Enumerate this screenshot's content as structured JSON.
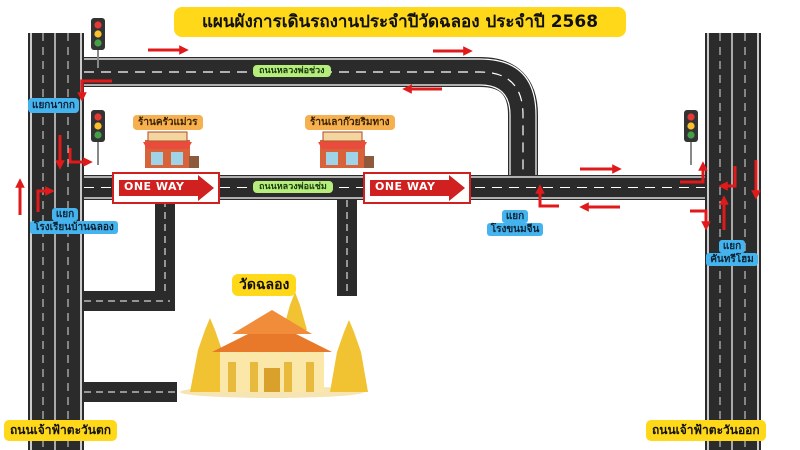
{
  "title": "แผนผังการเดินรถงานประจำปีวัดฉลอง ประจำปี 2568",
  "roads": {
    "north_road": "ถนนหลวงพ่อช่วง",
    "south_road": "ถนนหลวงพ่อแช่ม",
    "west_highway": "ถนนเจ้าฟ้าตะวันตก",
    "east_highway": "ถนนเจ้าฟ้าตะวันออก"
  },
  "intersections": {
    "nakok": "แยกนากก",
    "school_line1": "แยก",
    "school_line2": "โรงเรียนบ้านฉลอง",
    "khanom_line1": "แยก",
    "khanom_line2": "โรงขนมจีน",
    "khunthri_line1": "แยก",
    "khunthri_line2": "คันทรีโฮม"
  },
  "restaurants": {
    "left": "ร้านครัวแม่วร",
    "right": "ร้านเลาก๊วยริมทาง"
  },
  "signs": {
    "one_way_1": "ONE WAY",
    "one_way_2": "ONE WAY"
  },
  "temple": {
    "name": "วัดฉลอง"
  },
  "colors": {
    "asphalt": "#2b2b2b",
    "arrow": "#e01a1a",
    "label_blue": "#45b4ee",
    "label_green": "#b5ee7a",
    "label_orange": "#f6b050",
    "label_yellow": "#ffd81a",
    "temple_gold": "#f1c232",
    "temple_roof": "#e8782a"
  }
}
